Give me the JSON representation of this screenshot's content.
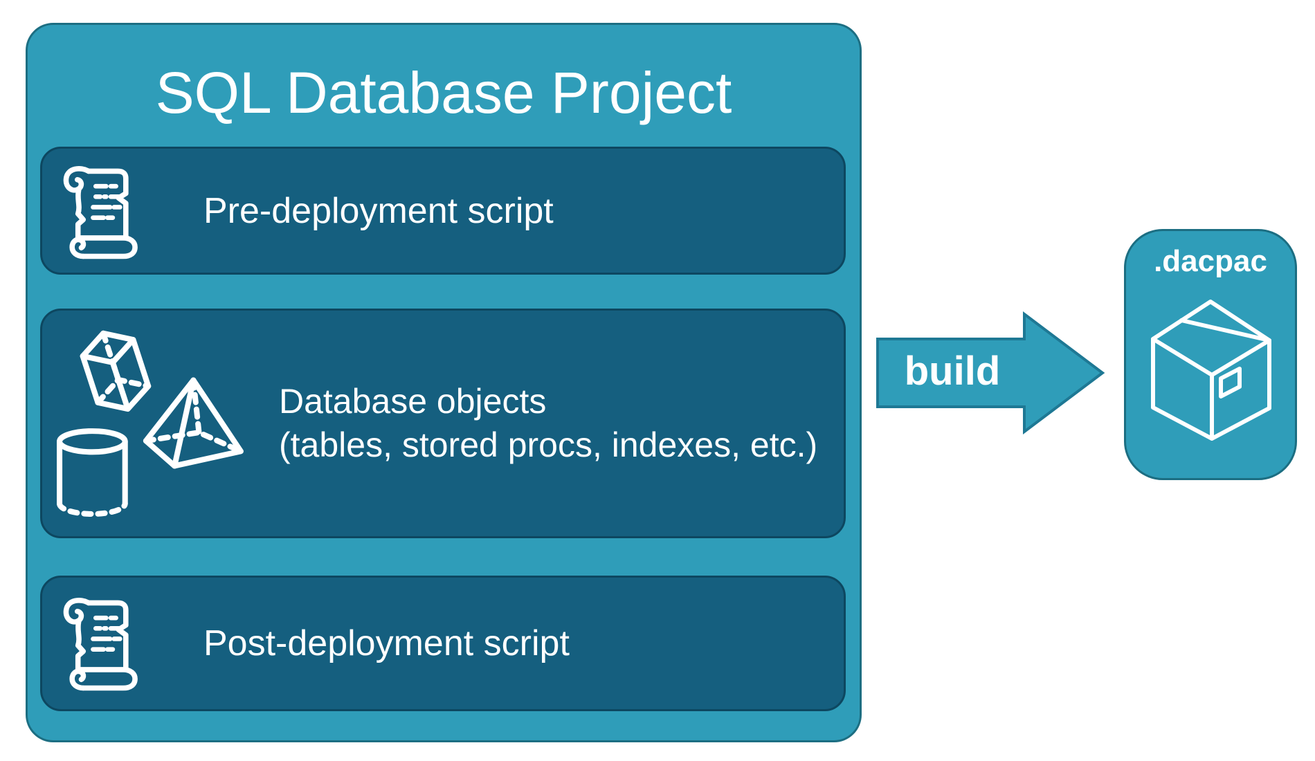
{
  "colors": {
    "teal_fill": "#2F9DB9",
    "teal_border": "#1C6E82",
    "inner_fill": "#155F7F",
    "inner_border": "#0D4760",
    "arrow_border": "#1E7894",
    "icon_stroke": "#FFFFFF",
    "text": "#FFFFFF",
    "page_background": "#FFFFFF"
  },
  "project": {
    "title": "SQL Database Project",
    "rows": [
      {
        "id": "pre-deployment",
        "label": "Pre-deployment script",
        "icon": "scroll-icon"
      },
      {
        "id": "database-objects",
        "label_line1": "Database objects",
        "label_line2": "(tables, stored procs, indexes, etc.)",
        "icons": [
          "cube-icon",
          "pyramid-icon",
          "cylinder-icon"
        ]
      },
      {
        "id": "post-deployment",
        "label": "Post-deployment script",
        "icon": "scroll-icon"
      }
    ]
  },
  "arrow": {
    "label": "build",
    "direction": "right"
  },
  "output": {
    "label": ".dacpac",
    "icon": "package-icon"
  }
}
